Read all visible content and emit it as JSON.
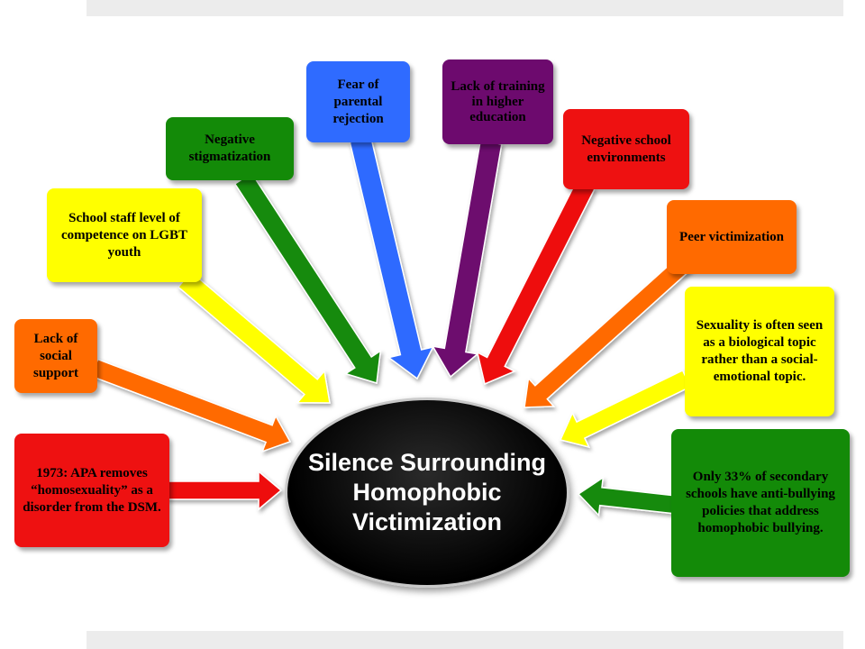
{
  "center": {
    "text": "Silence Surrounding Homophobic Victimization"
  },
  "colors": {
    "red": "#ee1111",
    "orange": "#ff6a00",
    "yellow": "#ffff00",
    "green": "#138a08",
    "blue": "#2f6bff",
    "purple": "#6d0a6e",
    "center_fill": "#000000",
    "center_text": "#ffffff"
  },
  "factors": [
    {
      "id": "apa-1973",
      "color": "#ee1111",
      "text_color": "#000000",
      "text": "1973: APA removes “homosexuality” as a disorder from the DSM."
    },
    {
      "id": "lack-social-support",
      "color": "#ff6a00",
      "text_color": "#000000",
      "text": "Lack of social support"
    },
    {
      "id": "staff-competence",
      "color": "#ffff00",
      "text_color": "#000000",
      "text": "School staff level of competence on LGBT youth"
    },
    {
      "id": "negative-stigmatization",
      "color": "#138a08",
      "text_color": "#000000",
      "text": "Negative stigmatization"
    },
    {
      "id": "parental-rejection",
      "color": "#2f6bff",
      "text_color": "#000000",
      "text": "Fear of parental rejection"
    },
    {
      "id": "training-higher-ed",
      "color": "#6d0a6e",
      "text_color": "#000000",
      "text": "Lack of training in higher education"
    },
    {
      "id": "negative-school-env",
      "color": "#ee1111",
      "text_color": "#000000",
      "text": "Negative school environments"
    },
    {
      "id": "peer-victimization",
      "color": "#ff6a00",
      "text_color": "#000000",
      "text": "Peer victimization"
    },
    {
      "id": "sexuality-biological",
      "color": "#ffff00",
      "text_color": "#000000",
      "text": "Sexuality is often seen as a biological topic rather than a social-emotional topic."
    },
    {
      "id": "anti-bullying-policies",
      "color": "#138a08",
      "text_color": "#000000",
      "text": "Only 33% of secondary schools have anti-bullying policies that address homophobic bullying."
    }
  ]
}
